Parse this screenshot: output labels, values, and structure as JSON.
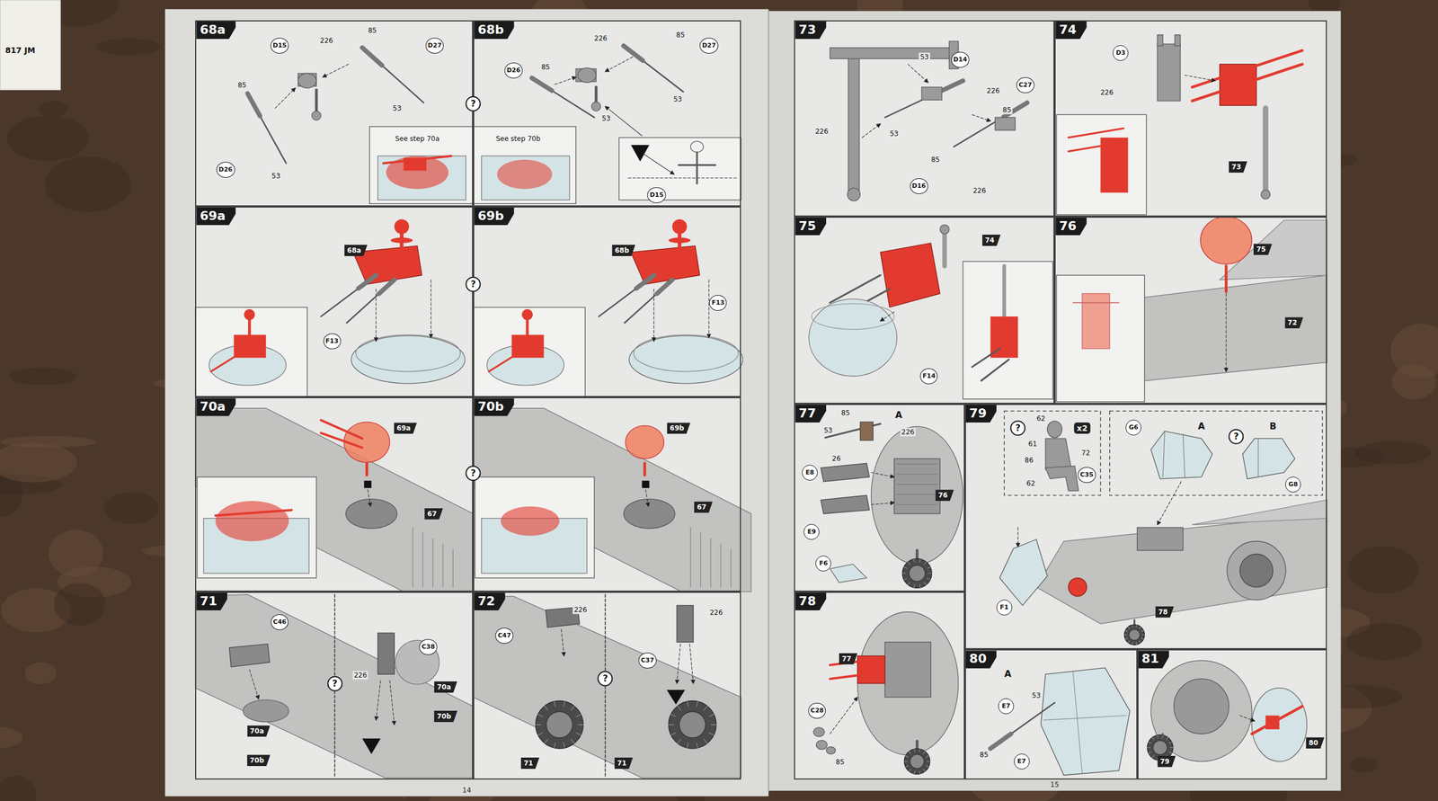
{
  "diagram": {
    "nodes": [
      {
        "text": [
          "14"
        ]
      },
      {
        "text": [
          "68a"
        ],
        "in": 0
      },
      {
        "text": [
          "68b"
        ],
        "in": 0
      },
      {
        "text": [
          "69a"
        ],
        "in": 0
      },
      {
        "text": [
          "69b"
        ],
        "in": 0
      },
      {
        "text": [
          "70a"
        ],
        "in": 0
      },
      {
        "text": [
          "70b"
        ],
        "in": 0
      },
      {
        "text": [
          "71"
        ],
        "in": 0
      },
      {
        "text": [
          "72"
        ],
        "in": 0
      },
      {
        "text": [
          "15"
        ]
      },
      {
        "text": [
          "73"
        ],
        "in": 9
      },
      {
        "text": [
          "74"
        ],
        "in": 9
      },
      {
        "text": [
          "75"
        ],
        "in": 9
      },
      {
        "text": [
          "76"
        ],
        "in": 9
      },
      {
        "text": [
          "77"
        ],
        "in": 9
      },
      {
        "text": [
          "78"
        ],
        "in": 9
      },
      {
        "text": [
          "79"
        ],
        "in": 9
      },
      {
        "text": [
          "80"
        ],
        "in": 9
      },
      {
        "text": [
          "81"
        ],
        "in": 9
      }
    ],
    "labels": [
      "817 JM",
      "D15",
      "226",
      "85",
      "D27",
      "85",
      "53",
      "53",
      "D26",
      "See step 70a",
      "226",
      "85",
      "D27",
      "D26",
      "85",
      "53",
      "53",
      "?",
      "See step 70b",
      "D15",
      "68a",
      "F13",
      "?",
      "68b",
      "F13",
      "69a",
      "67",
      "?",
      "69b",
      "67",
      "C46",
      "C38",
      "226",
      "70a",
      "70b",
      "70a",
      "70b",
      "?",
      "226",
      "C47",
      "226",
      "C37",
      "?",
      "71",
      "71",
      "53",
      "D14",
      "226",
      "C27",
      "85",
      "226",
      "53",
      "85",
      "D16",
      "226",
      "D3",
      "226",
      "73",
      "74",
      "F14",
      "75",
      "72",
      "A",
      "85",
      "53",
      "226",
      "26",
      "E8",
      "E9",
      "F6",
      "76",
      "77",
      "C28",
      "85",
      "?",
      "x2",
      "62",
      "61",
      "86",
      "72",
      "C35",
      "62",
      "G6",
      "A",
      "?",
      "B",
      "G8",
      "F1",
      "78",
      "A",
      "E7",
      "53",
      "85",
      "E7",
      "79",
      "80"
    ]
  }
}
